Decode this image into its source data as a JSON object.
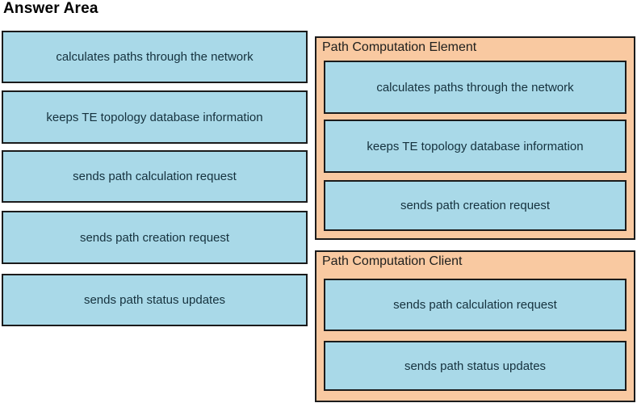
{
  "title": "Answer Area",
  "colors": {
    "item_fill": "#a9d9e8",
    "group_fill": "#f9c9a1",
    "border": "#1b1b1b",
    "item_text": "#15313d",
    "title_text": "#000000"
  },
  "source_items": [
    "calculates paths through the network",
    "keeps TE topology database information",
    "sends path calculation request",
    "sends path creation request",
    "sends path status updates"
  ],
  "targets": [
    {
      "label": "Path Computation Element",
      "items": [
        "calculates paths through the network",
        "keeps TE topology database information",
        "sends path creation request"
      ]
    },
    {
      "label": "Path Computation Client",
      "items": [
        "sends path calculation request",
        "sends path status updates"
      ]
    }
  ]
}
